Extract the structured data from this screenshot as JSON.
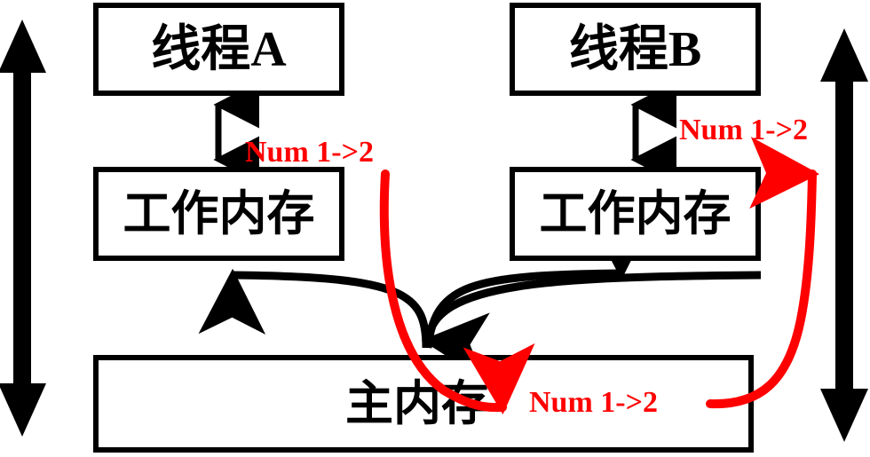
{
  "diagram": {
    "title": "Java Memory Model - volatile visibility",
    "colors": {
      "stroke": "#000000",
      "accent": "#ff0000",
      "background": "#ffffff"
    },
    "boxes": {
      "thread_a": "线程A",
      "thread_b": "线程B",
      "working_memory_left": "工作内存",
      "working_memory_right": "工作内存",
      "main_memory": "主内存"
    },
    "annotations": {
      "num_left": "Num  1->2",
      "num_right": "Num  1->2",
      "num_main": "Num  1->2"
    },
    "arrows": {
      "left_scope_arrow": "double-headed-vertical-arrow",
      "right_scope_arrow": "double-headed-vertical-arrow",
      "thread_a_to_wm": "double-headed-vertical-arrow",
      "thread_b_to_wm": "double-headed-vertical-arrow",
      "main_to_wm_left": "curved-arrow-left",
      "wm_to_main": "curved-arrow-down",
      "main_to_wm_right": "curved-arrow-right",
      "red_write_to_main": "red-curved-arrow-down-right",
      "red_read_from_main": "red-curved-arrow-up-right"
    }
  }
}
